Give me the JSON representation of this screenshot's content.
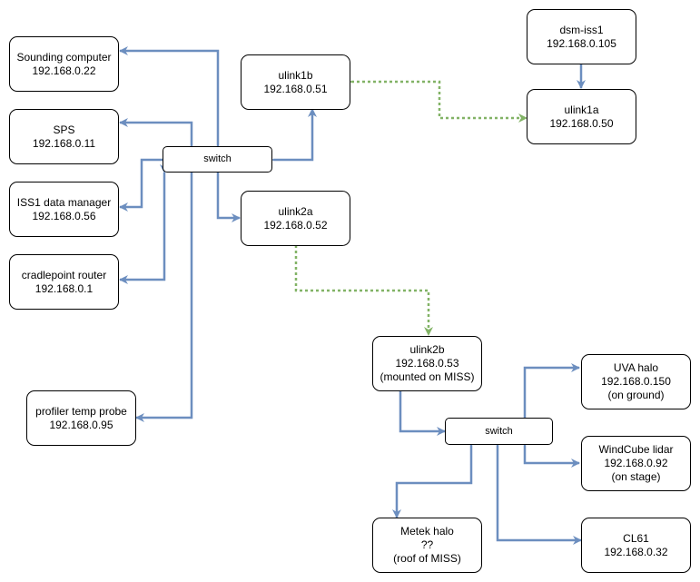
{
  "nodes": {
    "sounding": {
      "name": "Sounding computer",
      "ip": "192.168.0.22"
    },
    "sps": {
      "name": "SPS",
      "ip": "192.168.0.11"
    },
    "iss1_dm": {
      "name": "ISS1 data manager",
      "ip": "192.168.0.56"
    },
    "cradlepoint": {
      "name": "cradlepoint router",
      "ip": "192.168.0.1"
    },
    "profiler": {
      "name": "profiler temp probe",
      "ip": "192.168.0.95"
    },
    "switch1": {
      "name": "switch"
    },
    "ulink1b": {
      "name": "ulink1b",
      "ip": "192.168.0.51"
    },
    "ulink2a": {
      "name": "ulink2a",
      "ip": "192.168.0.52"
    },
    "dsm_iss1": {
      "name": "dsm-iss1",
      "ip": "192.168.0.105"
    },
    "ulink1a": {
      "name": "ulink1a",
      "ip": "192.168.0.50"
    },
    "ulink2b": {
      "name": "ulink2b",
      "ip": "192.168.0.53",
      "note": "(mounted on MISS)"
    },
    "switch2": {
      "name": "switch"
    },
    "uva_halo": {
      "name": "UVA halo",
      "ip": "192.168.0.150",
      "note": "(on ground)"
    },
    "windcube": {
      "name": "WindCube lidar",
      "ip": "192.168.0.92",
      "note": "(on stage)"
    },
    "metek": {
      "name": "Metek halo",
      "ip": "??",
      "note": "(roof of MISS)"
    },
    "cl61": {
      "name": "CL61",
      "ip": "192.168.0.32"
    }
  },
  "colors": {
    "wired": "#6c8ebf",
    "wireless": "#82b366",
    "border": "#000000"
  }
}
